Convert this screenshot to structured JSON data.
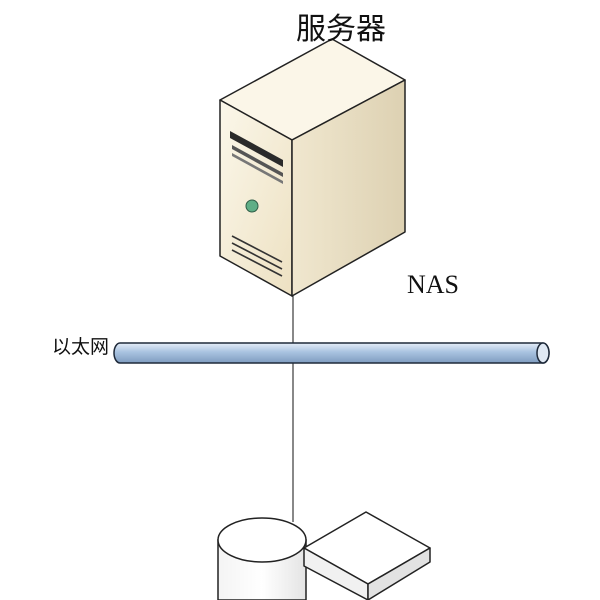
{
  "labels": {
    "server": "服务器",
    "nas": "NAS",
    "ethernet": "以太网"
  },
  "nodes": [
    {
      "name": "server",
      "icon": "server-tower-icon"
    },
    {
      "name": "nas",
      "icon": "nas-storage-icon"
    }
  ],
  "edges": [
    {
      "from": "server",
      "to": "ethernet-bus"
    },
    {
      "from": "ethernet-bus",
      "to": "nas"
    }
  ],
  "colors": {
    "server_front": "#f3ead3",
    "server_side": "#e6dcc0",
    "server_top": "#fbf6e8",
    "power_led": "#5fae86",
    "bus_fill": "#a9c3e0",
    "bus_stroke": "#1f2a3a",
    "line": "#111111"
  }
}
